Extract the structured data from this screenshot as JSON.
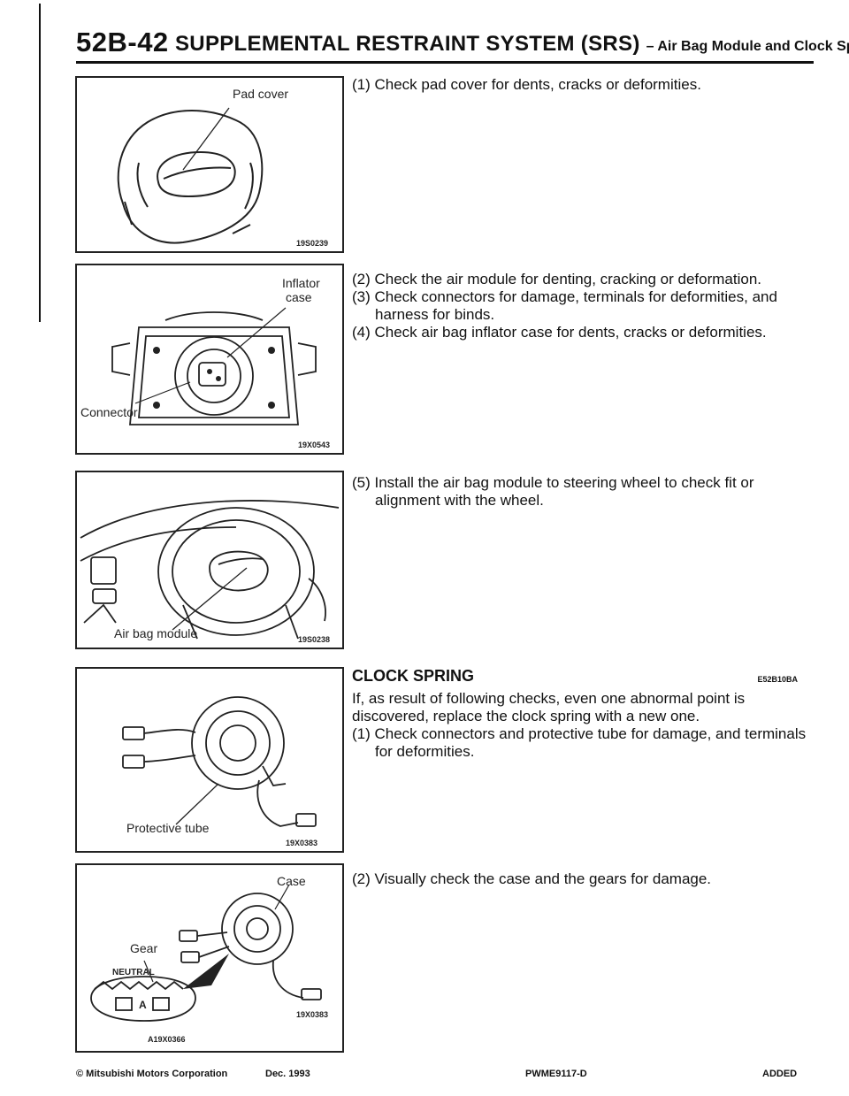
{
  "header": {
    "section": "52B-42",
    "title": "SUPPLEMENTAL RESTRAINT SYSTEM (SRS)",
    "subtitle": "– Air Bag Module and Clock Spring"
  },
  "figures": [
    {
      "labels": [
        "Pad cover"
      ],
      "code": "19S0239"
    },
    {
      "labels": [
        "Inflator",
        "case",
        "Connector"
      ],
      "code": "19X0543"
    },
    {
      "labels": [
        "Air bag module"
      ],
      "code": "19S0238"
    },
    {
      "labels": [
        "Protective tube"
      ],
      "code": "19X0383"
    },
    {
      "labels": [
        "Case",
        "Gear",
        "NEUTRAL"
      ],
      "code": "19X0383",
      "code2": "A19X0366"
    }
  ],
  "text": {
    "step1": "(1) Check pad cover for dents, cracks or deformities.",
    "step2": "(2) Check the air module for denting, cracking or deformation.",
    "step3": "(3) Check connectors for damage, terminals for deformities, and harness for binds.",
    "step4": "(4) Check air bag inflator case for dents, cracks or deformities.",
    "step5": "(5) Install the air bag module to steering wheel to check fit or alignment with the wheel.",
    "clock_heading": "CLOCK SPRING",
    "clock_code": "E52B10BA",
    "clock_intro": "If, as result of following checks, even one abnormal point is discovered, replace the clock spring with a new one.",
    "clock_step1": "(1) Check connectors and protective tube for damage, and terminals for deformities.",
    "clock_step2": "(2) Visually check the case and the gears for damage."
  },
  "footer": {
    "copyright": "© Mitsubishi Motors Corporation",
    "date": "Dec. 1993",
    "doc_code": "PWME9117-D",
    "status": "ADDED"
  }
}
